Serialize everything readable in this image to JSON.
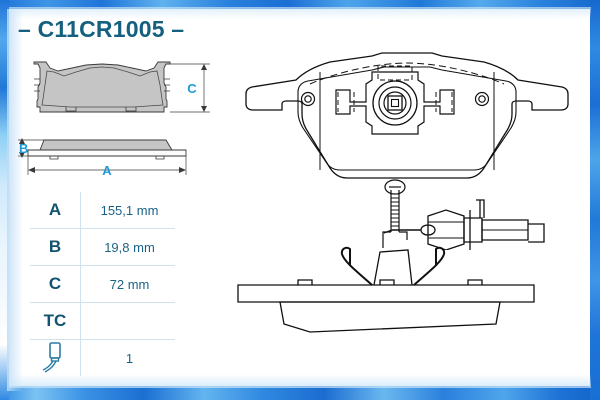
{
  "page": {
    "title": "– C11CR1005 –",
    "part_number": "C11CR1005",
    "accent_color": "#15607e",
    "frame_color": "#1f74d8",
    "pad_fill_color": "#c6c6c6",
    "dimension_label_color": "#1f9ad6",
    "table_line_color": "#cfe2f0"
  },
  "left_drawing": {
    "name": "brake-pad-front-and-side-view",
    "dimension_labels": {
      "width": "A",
      "thickness": "B",
      "height": "C"
    }
  },
  "right_drawing": {
    "name": "brake-pad-detail-view",
    "bottom_view_name": "brake-pad-side-view-with-clips"
  },
  "spec_table": {
    "rows": [
      {
        "key": "A",
        "value": "155,1 mm",
        "icon": ""
      },
      {
        "key": "B",
        "value": "19,8 mm",
        "icon": ""
      },
      {
        "key": "C",
        "value": "72 mm",
        "icon": ""
      },
      {
        "key": "TC",
        "value": "",
        "icon": ""
      },
      {
        "key": "",
        "value": "1",
        "icon": "wear-sensor-icon"
      }
    ]
  }
}
